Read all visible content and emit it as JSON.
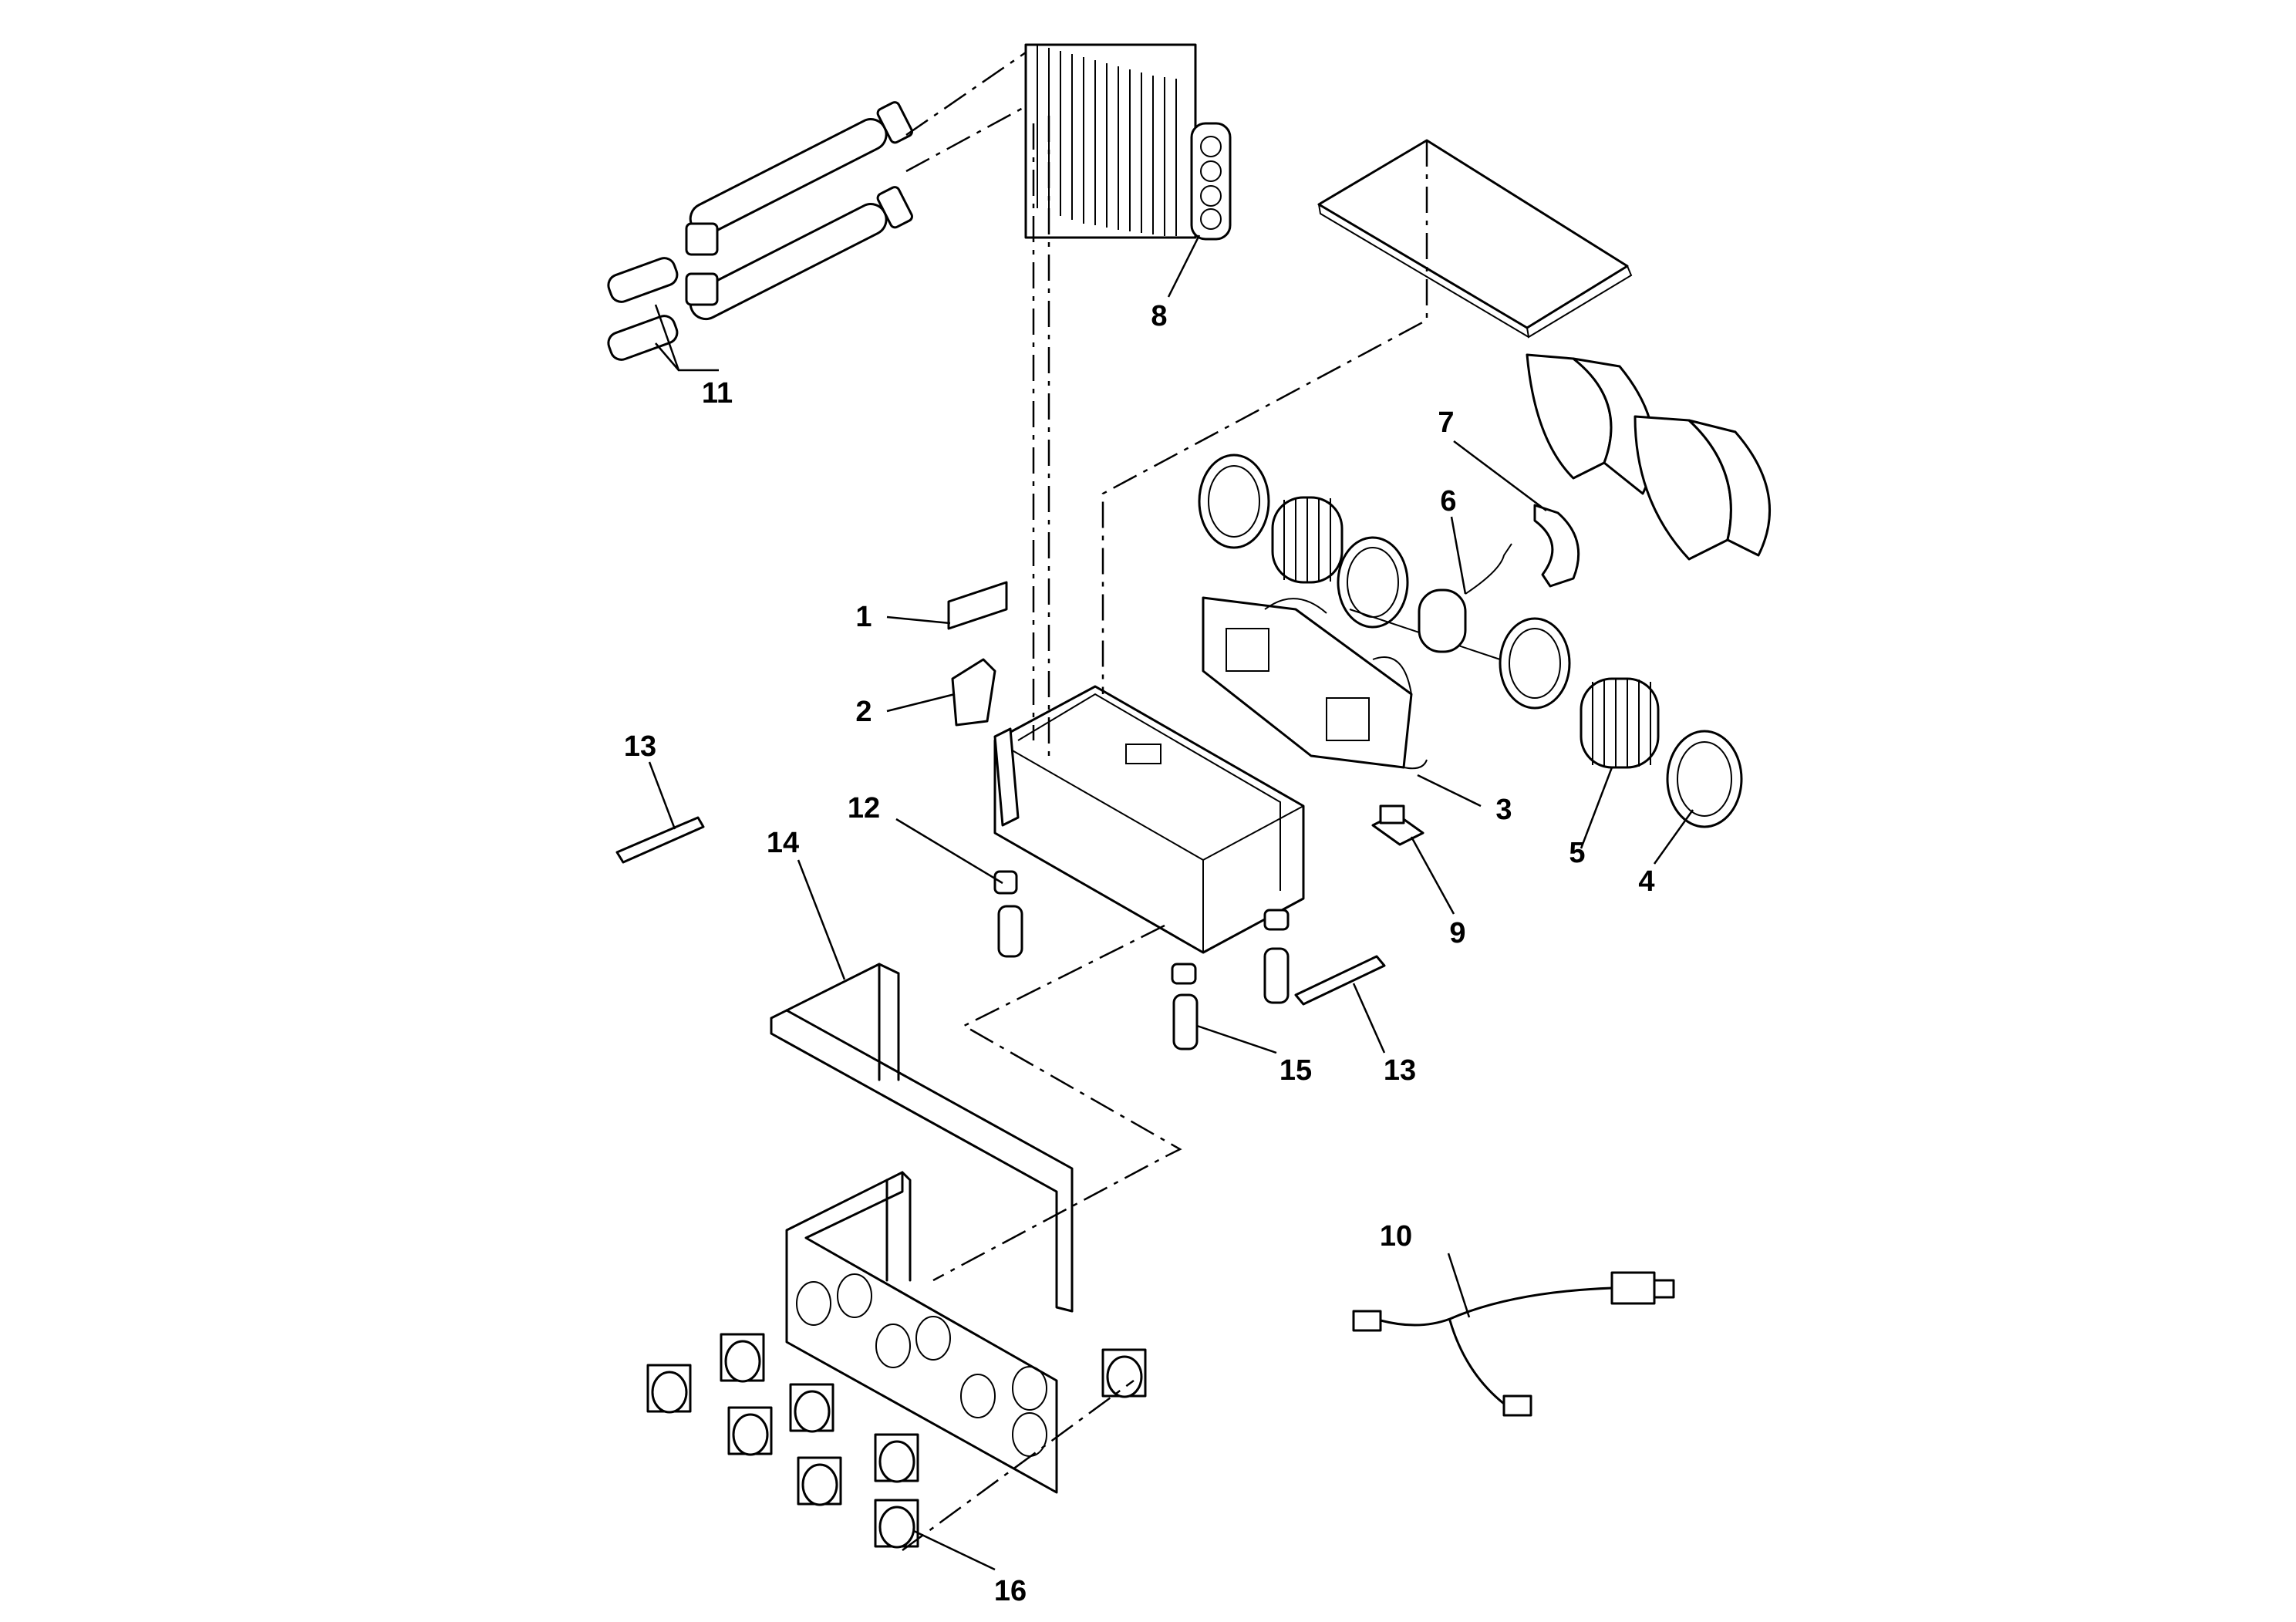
{
  "diagram": {
    "callouts": [
      {
        "id": "1",
        "label": "1"
      },
      {
        "id": "2",
        "label": "2"
      },
      {
        "id": "3",
        "label": "3"
      },
      {
        "id": "4",
        "label": "4"
      },
      {
        "id": "5",
        "label": "5"
      },
      {
        "id": "6",
        "label": "6"
      },
      {
        "id": "7",
        "label": "7"
      },
      {
        "id": "8",
        "label": "8"
      },
      {
        "id": "9",
        "label": "9"
      },
      {
        "id": "10",
        "label": "10"
      },
      {
        "id": "11",
        "label": "11"
      },
      {
        "id": "12",
        "label": "12"
      },
      {
        "id": "13a",
        "label": "13"
      },
      {
        "id": "13b",
        "label": "13"
      },
      {
        "id": "14",
        "label": "14"
      },
      {
        "id": "15",
        "label": "15"
      },
      {
        "id": "16",
        "label": "16"
      }
    ]
  }
}
